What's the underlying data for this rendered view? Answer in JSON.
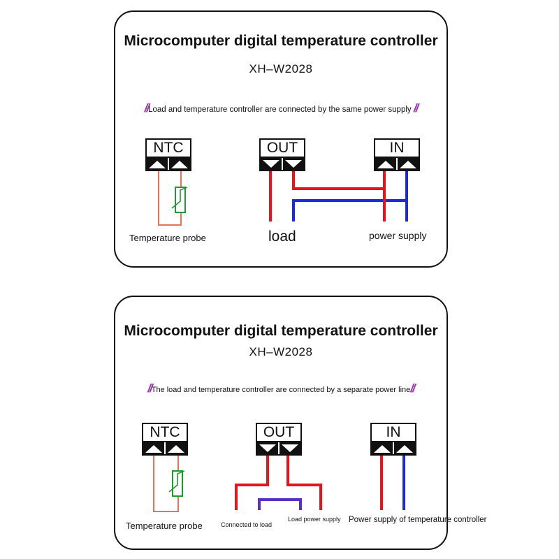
{
  "panels": [
    {
      "title": "Microcomputer digital temperature controller",
      "model": "XH–W2028",
      "note": "Load and temperature controller are connected by the same power supply",
      "slashes": "//",
      "terminals": {
        "ntc": "NTC",
        "out": "OUT",
        "in": "IN"
      },
      "labels": {
        "probe": "Temperature probe",
        "load": "load",
        "power": "power supply"
      }
    },
    {
      "title": "Microcomputer digital temperature controller",
      "model": "XH–W2028",
      "note": "The load and temperature controller are connected by a separate power line",
      "slashes": "//",
      "terminals": {
        "ntc": "NTC",
        "out": "OUT",
        "in": "IN"
      },
      "labels": {
        "probe": "Temperature probe",
        "load": "Connected to load",
        "load_power": "Load power supply",
        "controller_power": "Power supply of temperature controller"
      }
    }
  ],
  "colors": {
    "red_wire": "#e8141c",
    "blue_wire": "#1c2bd6",
    "probe_wire": "#e8735a",
    "thermistor": "#1f9a2e",
    "purple_wire": "#5b2fc4",
    "slash": "#9b2fb0"
  },
  "icons": {
    "terminal_pin": "triangle-up",
    "thermistor": "ntc-thermistor-symbol"
  }
}
